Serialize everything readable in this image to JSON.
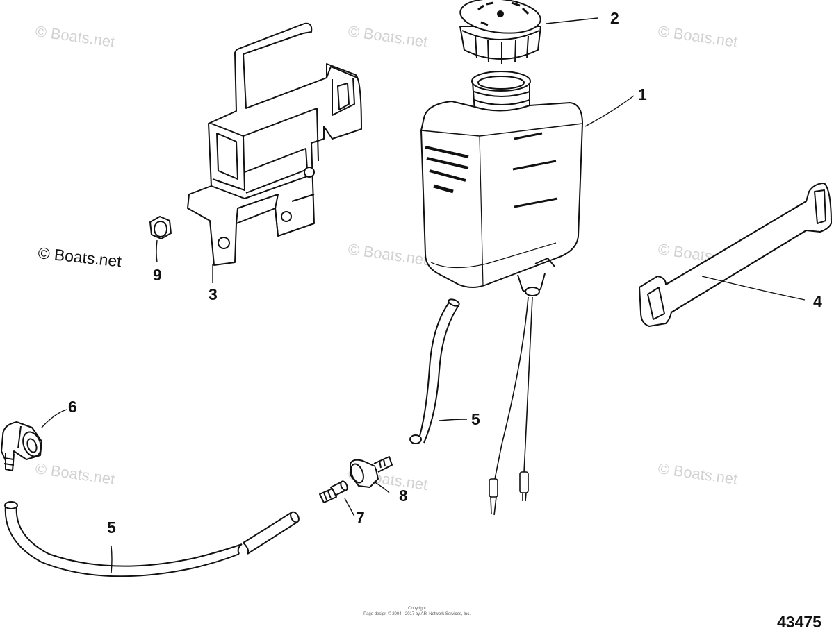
{
  "watermarks": {
    "text": "© Boats.net",
    "dark_text": "© Boats.net"
  },
  "callouts": {
    "c1": "1",
    "c2": "2",
    "c3": "3",
    "c4": "4",
    "c5a": "5",
    "c5b": "5",
    "c6": "6",
    "c7": "7",
    "c8": "8",
    "c9": "9"
  },
  "figure_number": "43475",
  "copyright": {
    "line1": "Copyright",
    "line2": "Page design © 2004 - 2017 by ARI Network Services, Inc."
  },
  "colors": {
    "line": "#111111",
    "watermark": "#d2d2d2",
    "background": "#ffffff"
  }
}
